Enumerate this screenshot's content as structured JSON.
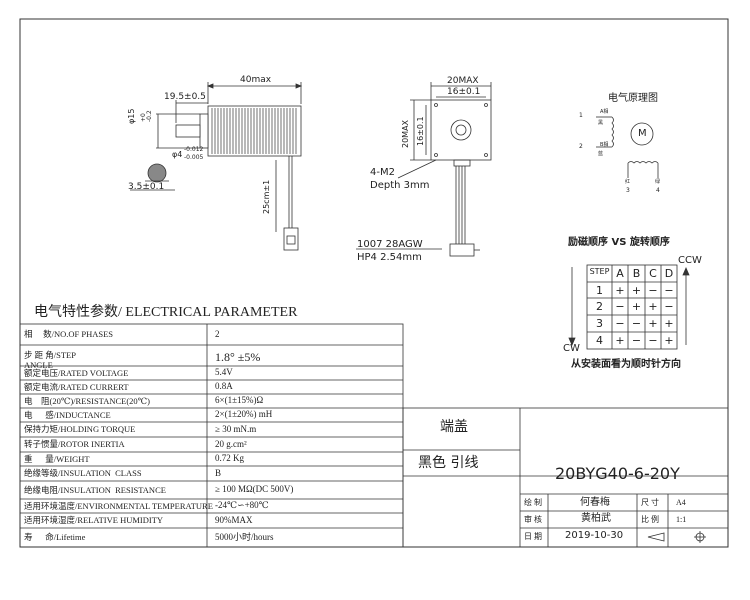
{
  "drawing": {
    "dim_length": "40max",
    "dim_shaft_length": "19.5±0.5",
    "dim_flange_dia": "φ15",
    "dim_flange_tol": "+0\n-0.2",
    "dim_shaft_dia": "φ4",
    "dim_shaft_tol_upper": "-0.012",
    "dim_shaft_tol_lower": "-0.005",
    "dim_flat": "3.5±0.1",
    "dim_cable_len": "25cm±1",
    "dim_width": "20MAX",
    "dim_height": "20MAX",
    "dim_hole_h": "16±0.1",
    "dim_hole_v": "16±0.1",
    "screw_label": "4-M2",
    "screw_depth": "Depth 3mm",
    "cable_label": "1007 28AGW",
    "connector_label": "HP4 2.54mm"
  },
  "wiring": {
    "title": "电气原理图",
    "pin1": "1",
    "pin2": "2",
    "pin3": "3",
    "pin4": "4",
    "phase_a": "A相",
    "phase_b": "B相",
    "motor": "M",
    "wire1": "红",
    "wire2": "蓝",
    "wire3": "绿",
    "wire4": "黑"
  },
  "sequence": {
    "title": "励磁顺序 VS 旋转顺序",
    "ccw": "CCW",
    "cw": "CW",
    "caption": "从安装面看为顺时针方向",
    "header": [
      "STEP",
      "A",
      "B",
      "C",
      "D"
    ],
    "rows": [
      [
        "1",
        "+",
        "+",
        "−",
        "−"
      ],
      [
        "2",
        "−",
        "+",
        "+",
        "−"
      ],
      [
        "3",
        "−",
        "−",
        "+",
        "+"
      ],
      [
        "4",
        "+",
        "−",
        "−",
        "+"
      ]
    ]
  },
  "params": {
    "title": "电气特性参数/ ELECTRICAL PARAMETER",
    "rows": [
      {
        "label": "相     数/NO.OF PHASES",
        "value": "2"
      },
      {
        "label": "步 距 角/STEP\nANGLE",
        "value": "1.8°  ±5%"
      },
      {
        "label": "额定电压/RATED VOLTAGE",
        "value": "5.4V"
      },
      {
        "label": "额定电流/RATED CURRERT",
        "value": "0.8A"
      },
      {
        "label": "电    阻(20℃)/RESISTANCE(20℃)",
        "value": "6×(1±15%)Ω"
      },
      {
        "label": "电      感/INDUCTANCE",
        "value": "2×(1±20%) mH"
      },
      {
        "label": "保持力矩/HOLDING TORQUE",
        "value": "≥ 30 mN.m"
      },
      {
        "label": "转子惯量/ROTOR INERTIA",
        "value": "20 g.cm²"
      },
      {
        "label": "重      量/WEIGHT",
        "value": "0.72 Kg"
      },
      {
        "label": "绝缘等级/INSULATION  CLASS",
        "value": "B"
      },
      {
        "label": "绝缘电阻/INSULATION  RESISTANCE",
        "value": "≥ 100 MΩ(DC 500V)"
      },
      {
        "label": "适用环境温度/ENVIRONMENTAL TEMPERATURE",
        "value": "-24℃∽+80℃"
      },
      {
        "label": "适用环境湿度/RELATIVE HUMIDITY",
        "value": "90%MAX"
      },
      {
        "label": "寿      命/Lifetime",
        "value": "5000小时/hours"
      }
    ]
  },
  "titleblock": {
    "cap_label": "端盖",
    "lead_label": "黑色 引线",
    "model": "20BYG40-6-20Y",
    "draw_label": "绘   制",
    "draw_name": "何春梅",
    "check_label": "审   核",
    "check_name": "黄柏武",
    "date_label": "日   期",
    "date_value": "2019-10-30",
    "size_label": "尺   寸",
    "size_value": "A4",
    "scale_label": "比   例",
    "scale_value": "1:1"
  }
}
